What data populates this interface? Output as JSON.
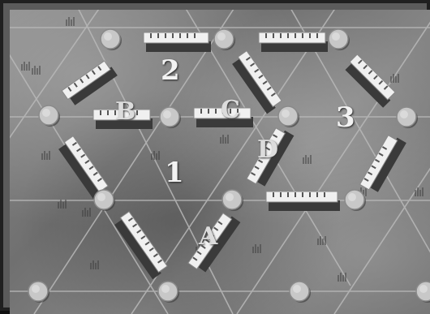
{
  "board": {
    "region_labels": [
      "1",
      "2",
      "3"
    ],
    "edge_labels": [
      "A",
      "B",
      "C",
      "D"
    ]
  },
  "icons": {
    "node": "round-stone-node-icon",
    "road": "wall-segment-icon",
    "field": "grass-field-texture"
  },
  "colors": {
    "frame": "#202020",
    "field": "#7a7a7a",
    "grid_line": "#b8b8b8",
    "node": "#c8c8c8",
    "road_top": "#f0f0f0",
    "road_side": "#3a3a3a",
    "label": "#f2f2f2"
  }
}
